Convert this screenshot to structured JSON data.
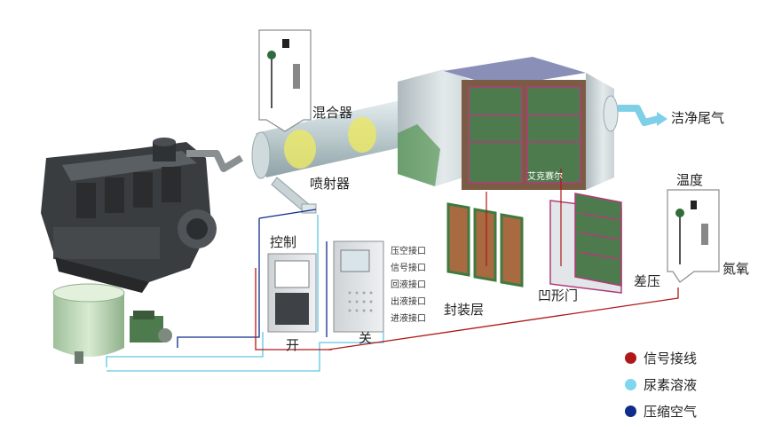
{
  "labels": {
    "mixer": "混合器",
    "injector": "喷射器",
    "clean_exhaust": "洁净尾气",
    "brand": "艾克赛尔",
    "temperature": "温度",
    "pressure_diff": "差压",
    "nox": "氮氧",
    "control": "控制",
    "open": "开",
    "close": "关",
    "encapsulation": "封装层",
    "concave_door": "凹形门"
  },
  "ports": [
    "压空接口",
    "信号接口",
    "回液接口",
    "出液接口",
    "进液接口"
  ],
  "legend": [
    {
      "label": "信号接线",
      "color": "#b01818"
    },
    {
      "label": "尿素溶液",
      "color": "#7fd6ee"
    },
    {
      "label": "压缩空气",
      "color": "#0d2c8c"
    }
  ],
  "colors": {
    "signal_line": "#b01818",
    "urea_line": "#5fc6e4",
    "air_line": "#0d2c8c",
    "arrow": "#7fd0e6"
  }
}
